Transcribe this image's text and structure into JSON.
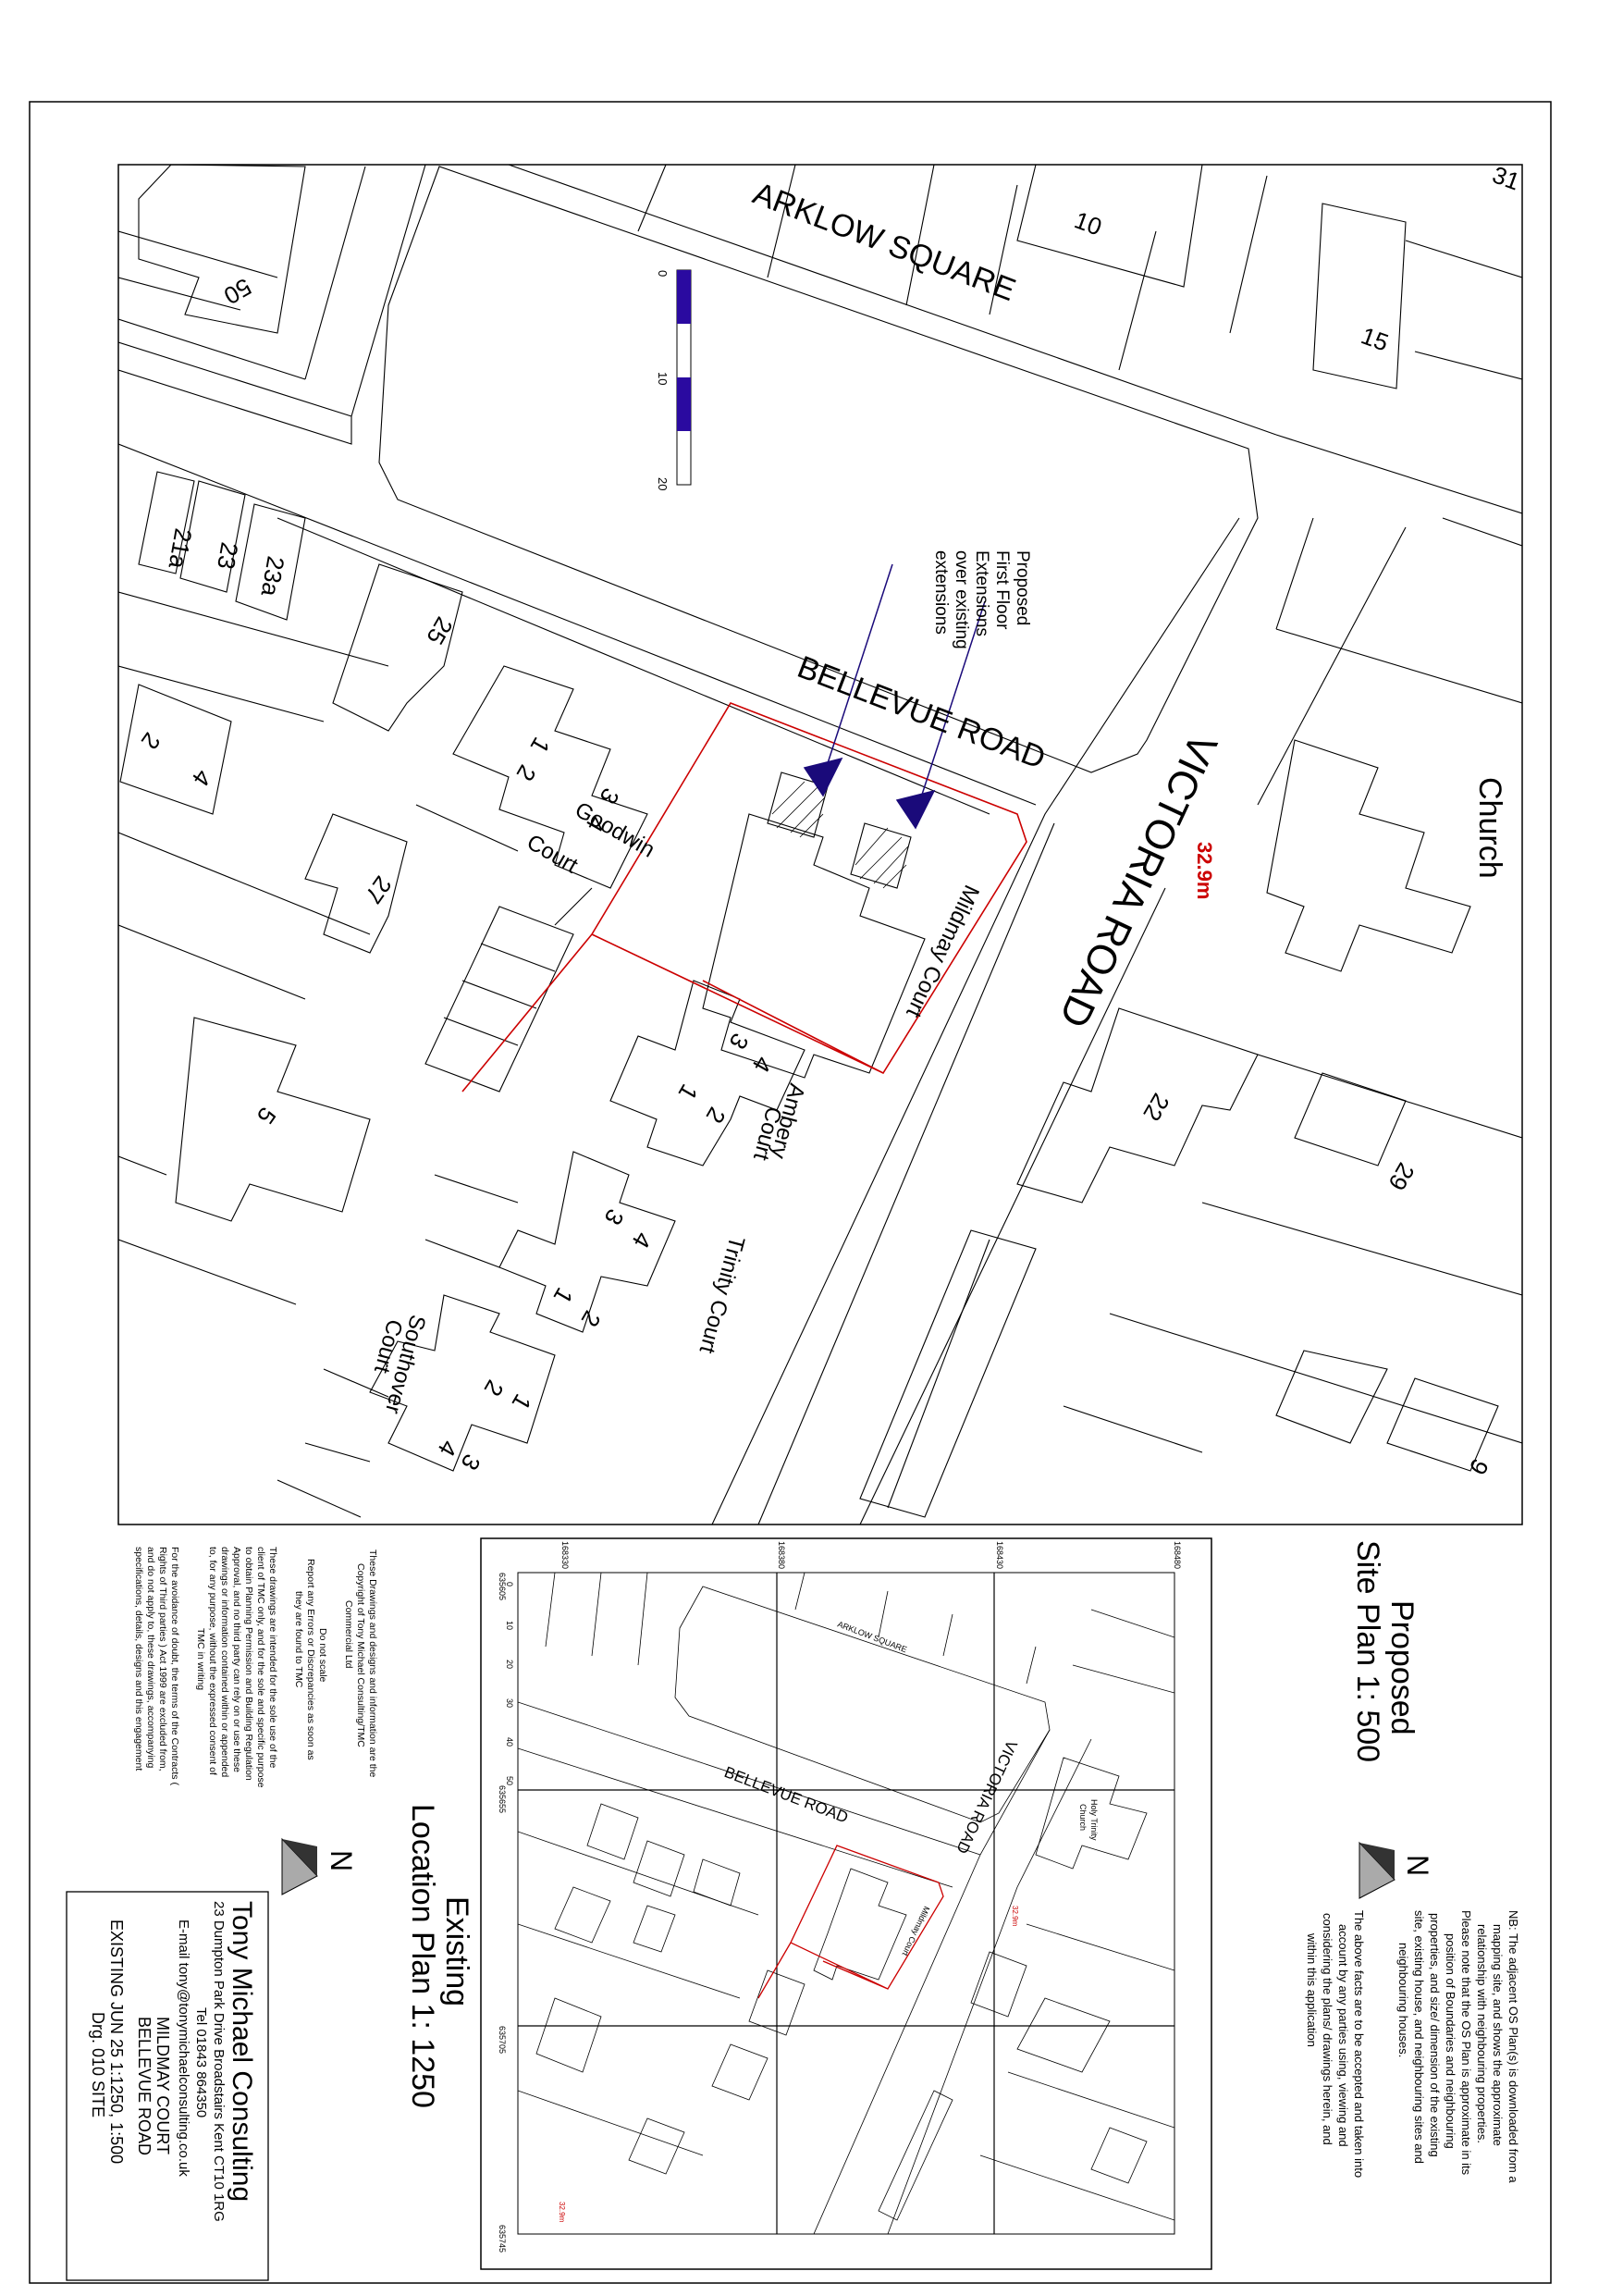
{
  "colors": {
    "boundary": "#cc0000",
    "arrow": "#1a0a7a",
    "scalebar": "#2a0aa0",
    "north_dark": "#333333",
    "north_light": "#aaaaaa",
    "spot_level": "#cc0000"
  },
  "site_plan": {
    "roads": {
      "arklow_square": "ARKLOW SQUARE",
      "bellevue_road": "BELLEVUE ROAD",
      "victoria_road": "VICTORIA ROAD"
    },
    "labels": {
      "church": "Church",
      "spot_level": "32.9m",
      "mildmay_court": "Mildmay Court",
      "goodwin_court": [
        "Goodwin",
        "Court"
      ],
      "ambery_court": [
        "Ambery",
        "Court"
      ],
      "trinity_court": "Trinity Court",
      "southover_court": [
        "Southover",
        "Court"
      ]
    },
    "house_numbers": {
      "n50": "50",
      "n10": "10",
      "n15": "15",
      "n31": "31",
      "n21a": "21a",
      "n23": "23",
      "n23a": "23a",
      "n25": "25",
      "n2": "2",
      "n4": "4",
      "n27": "27",
      "n5": "5",
      "n22": "22",
      "n29": "29",
      "n9": "9",
      "gc1": "1",
      "gc2": "2",
      "gc3": "3",
      "gc4": "4",
      "ac1": "1",
      "ac2": "2",
      "ac3": "3",
      "ac4": "4",
      "tc1": "1",
      "tc2": "2",
      "tc3": "3",
      "tc4": "4",
      "sc1": "1",
      "sc2": "2",
      "sc3": "3",
      "sc4": "4"
    },
    "annotation": [
      "Proposed",
      "First Floor",
      "Extensions",
      "over existing",
      "extensions"
    ],
    "scalebar": {
      "t0": "0",
      "t10": "10",
      "t20": "20"
    },
    "title": [
      "Proposed",
      "Site Plan  1: 500"
    ],
    "north": "N"
  },
  "location_plan": {
    "title": [
      "Existing",
      "Location Plan  1: 1250"
    ],
    "north": "N",
    "roads": {
      "arklow_square": "ARKLOW SQUARE",
      "bellevue_road": "BELLEVUE ROAD",
      "victoria_road": "VICTORIA ROAD"
    },
    "church": [
      "Holy Trinity",
      "Church"
    ],
    "mildmay": "Mildmay Court",
    "spot_level": "32.9m",
    "grid_labels": {
      "left_top": "635605",
      "left_mid": "635655",
      "left_low": "635705",
      "left_bottom": "635745",
      "top_a": "168330",
      "top_b": "168380",
      "top_c": "168430",
      "top_d": "168480"
    },
    "scale_ticks": [
      "0",
      "10",
      "20",
      "30",
      "40",
      "50"
    ]
  },
  "notes_right": [
    "NB: The adjacent OS Plan(s) is downloaded from a",
    "mapping site, and shows the approximate",
    "relationship with neighbouring properties.",
    "Please note that the OS Plan is approximate in its",
    "position of Boundaries and neighbouring",
    "properties, and size/ dimension of the existing",
    "site, existing house, and neighbouring sites and",
    "neighbouring houses.",
    "",
    "The above facts are to be accepted and taken into",
    "account by any parties using, viewing and",
    "considering the plans/ drawings herein, and",
    "within this application"
  ],
  "notes_left": [
    "These Drawings and designs and information are the",
    "Copyright of Tony Michael Consulting/TMC",
    "Commercial Ltd",
    "",
    "Do not scale",
    "Report any Errors or Discrepancies as soon as",
    "they are found to TMC",
    "",
    "These drawings are intended for the sole use of the",
    "client of TMC only, and for the sole and specific purpose",
    "to obtain Planning Permission and Building Regulation",
    "Approval, and no third party can rely on or use these",
    "drawings or information contained within or appended",
    "to, for any purpose, without the expressed consent of",
    "TMC in writing",
    "",
    "For the avoidance of doubt, the terms of the Contracts (",
    "Rights of Third parties ) Act 1999 are excluded from,",
    "and do not apply to, these drawings, accompanying",
    "specifications, details, designs and this engagement"
  ],
  "title_block": {
    "company": "Tony Michael Consulting",
    "address": "23 Dumpton Park Drive Broadstairs Kent CT10 1RG",
    "tel": "Tel  01843 864350",
    "email": "E-mail  tony@tonymichaelconsulting.co.uk",
    "project1": "MILDMAY COURT",
    "project2": "BELLEVUE ROAD",
    "drawing1": "EXISTING  JUN 25   1:1250, 1:500",
    "drawing2": "Drg. 010 SITE",
    "north": "N"
  }
}
